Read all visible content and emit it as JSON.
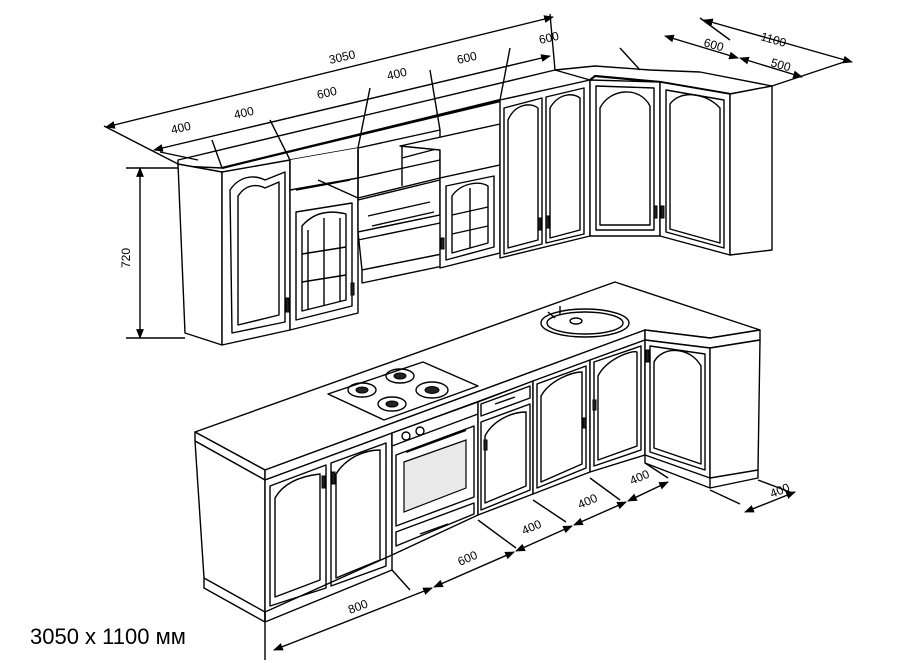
{
  "caption": "3050 x 1100 мм",
  "dimensions": {
    "top_overall": "3050",
    "upper_400_a": "400",
    "upper_400_b": "400",
    "upper_600_a": "600",
    "upper_400_c": "400",
    "upper_600_b": "600",
    "upper_600_c": "600",
    "right_overall": "1100",
    "right_600": "600",
    "right_500": "500",
    "height": "720",
    "lower_800": "800",
    "lower_600": "600",
    "lower_400_a": "400",
    "lower_400_b": "400",
    "lower_400_c": "400",
    "lower_depth_400": "400"
  }
}
